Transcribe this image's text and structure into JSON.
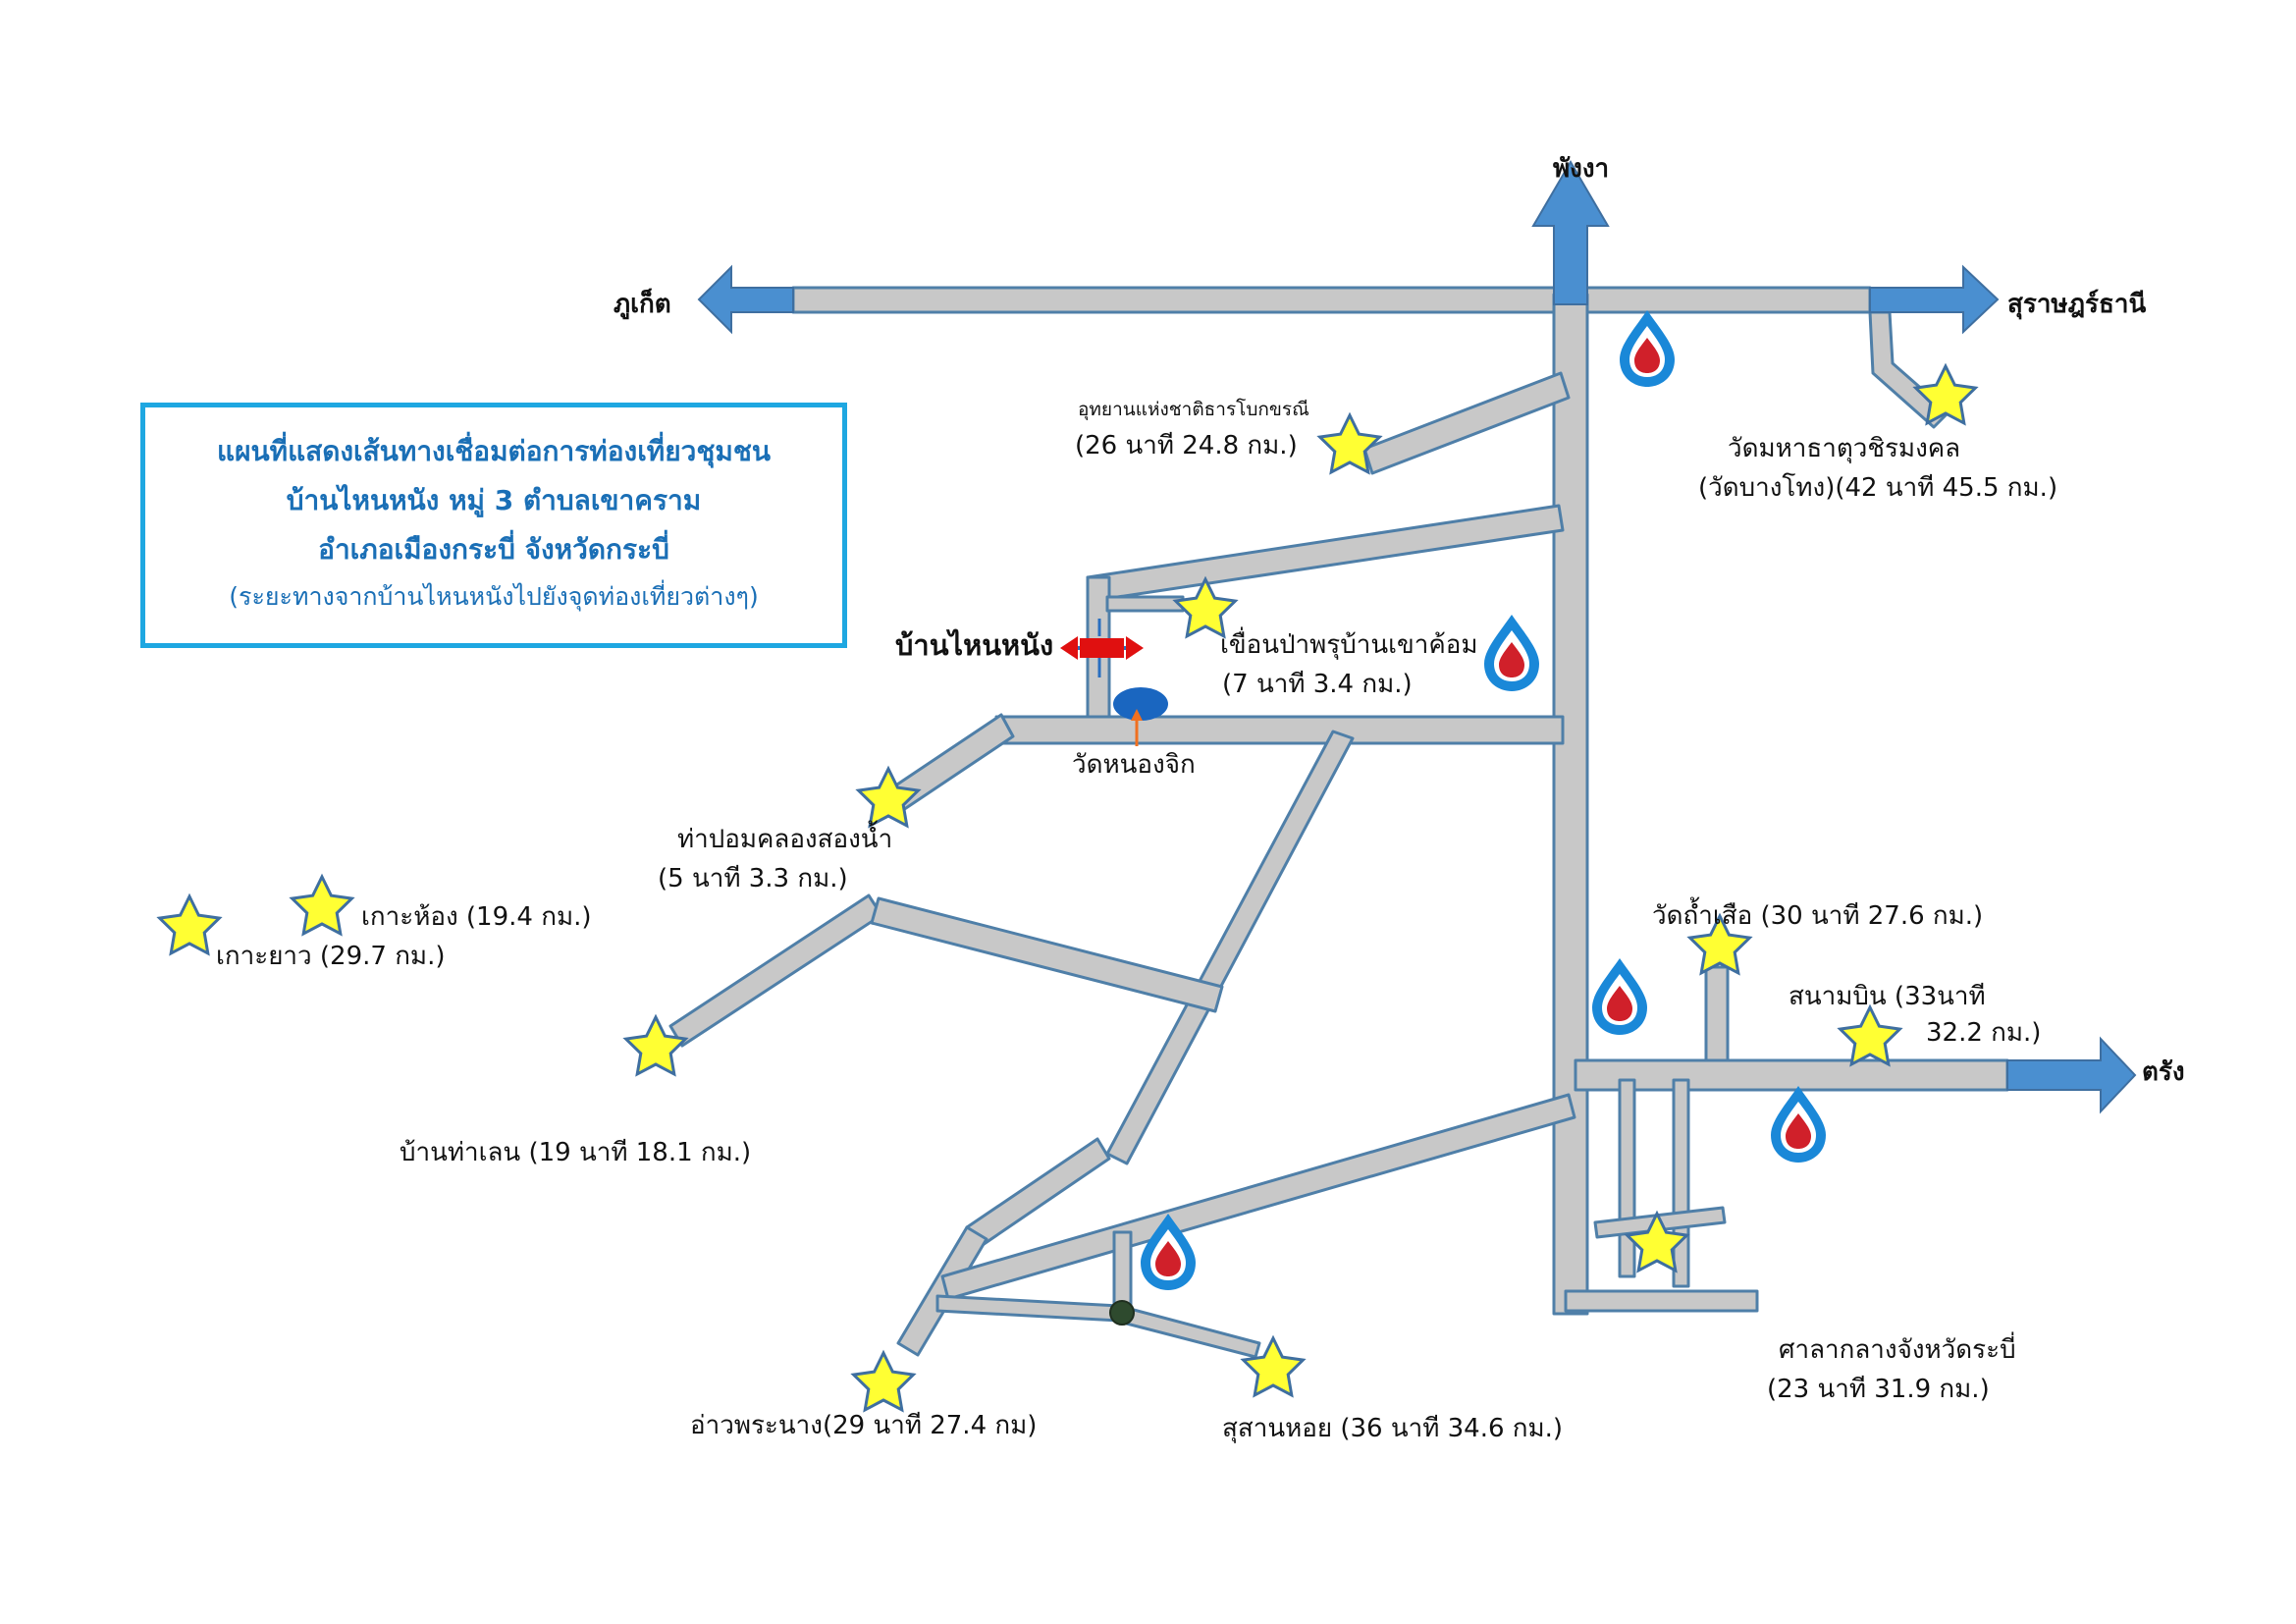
{
  "title": {
    "line1": "แผนที่แสดงเส้นทางเชื่อมต่อการท่องเที่ยวชุมชน",
    "line2": "บ้านไหนหนัง หมู่ 3 ตำบลเขาคราม",
    "line3": "อำเภอเมืองกระบี่ จังหวัดกระบี่",
    "subtitle": "(ระยะทางจากบ้านไหนหนังไปยังจุดท่องเที่ยวต่างๆ)"
  },
  "directions": {
    "north": "พังงา",
    "west": "ภูเก็ต",
    "east": "สุราษฎร์ธานี",
    "southeast": "ตรัง"
  },
  "places": {
    "home": "บ้านไหนหนัง",
    "temple_nong_chik": "วัดหนองจิก",
    "national_park_name": "อุทยานแห่งชาติธารโบกขรณี",
    "national_park_dist": "(26 นาที 24.8 กม.)",
    "wat_maha_name": "วัดมหาธาตุวชิรมงคล",
    "wat_maha_dist": "(วัดบางโทง)(42 นาที 45.5 กม.)",
    "dam_name": "เขื่อนป่าพรุบ้านเขาค้อม",
    "dam_dist": "(7 นาที 3.4 กม.)",
    "tha_pom_name": "ท่าปอมคลองสองน้ำ",
    "tha_pom_dist": "(5 นาที 3.3 กม.)",
    "koh_hong": "เกาะห้อง (19.4 กม.)",
    "koh_yao": "เกาะยาว (29.7 กม.)",
    "ban_tha_len": "บ้านท่าเลน (19 นาที 18.1 กม.)",
    "wat_tham_suea": "วัดถ้ำเสือ (30 นาที 27.6 กม.)",
    "airport_name": "สนามบิน (33นาที",
    "airport_dist": "32.2 กม.)",
    "city_hall_name": "ศาลากลางจังหวัดระบี่",
    "city_hall_dist": "(23 นาที 31.9 กม.)",
    "ao_phra_nang": "อ่าวพระนาง(29 นาที 27.4 กม)",
    "susan_hoi": "สุสานหอย (36 นาที 34.6 กม.)"
  },
  "colors": {
    "road_fill": "#c8c8c8",
    "road_stroke": "#4f7fa8",
    "arrow_fill": "#4a8fd0",
    "star_fill": "#ffff33",
    "star_stroke": "#3f6fa0",
    "title_border": "#1ea7e1",
    "title_text": "#1a6fb6",
    "fuel_blue": "#1a88d8",
    "fuel_red": "#d0202a",
    "marker_red": "#e01010"
  },
  "icons": {
    "attraction": "star-icon",
    "fuel_station": "fuel-drop-icon",
    "home": "home-marker-icon",
    "temple": "temple-marker-icon"
  }
}
